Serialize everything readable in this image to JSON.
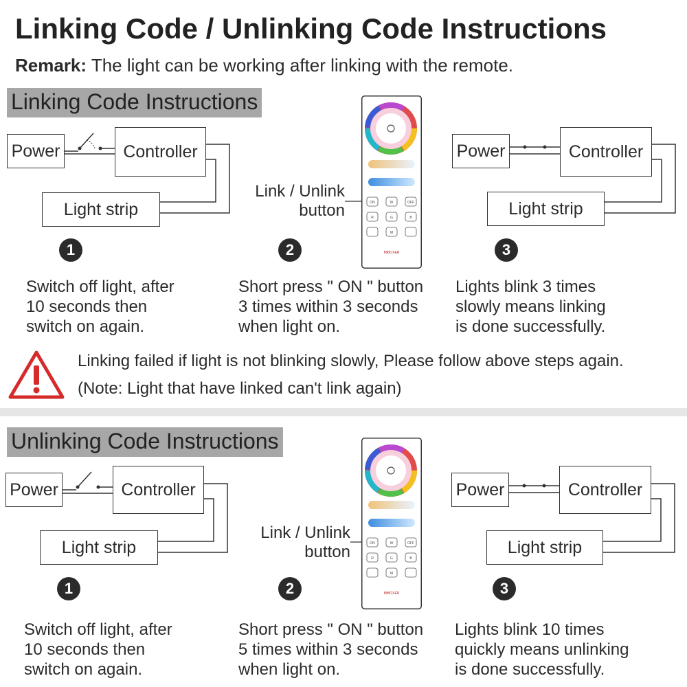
{
  "title": "Linking Code / Unlinking Code Instructions",
  "remark": {
    "label": "Remark:",
    "text": " The light can be working after linking with the remote."
  },
  "labels": {
    "power": "Power",
    "controller": "Controller",
    "light_strip": "Light strip",
    "link_button": "Link / Unlink\nbutton"
  },
  "remote": {
    "brand": "MiBOXER",
    "buttons": [
      "ON",
      "W",
      "OFF",
      "R",
      "G",
      "B",
      "",
      "M",
      ""
    ]
  },
  "linking": {
    "heading": "Linking Code Instructions",
    "steps": [
      {
        "num": "1",
        "text": "Switch off light, after\n10 seconds then\nswitch on again."
      },
      {
        "num": "2",
        "text": "Short press \" ON \" button\n3 times within 3 seconds\nwhen light on."
      },
      {
        "num": "3",
        "text": "Lights blink 3 times\nslowly means linking\nis done successfully."
      }
    ]
  },
  "warning": {
    "line1": "Linking failed if light is not blinking slowly, Please follow above steps again.",
    "line2": "(Note: Light that have linked can't link again)"
  },
  "unlinking": {
    "heading": "Unlinking Code Instructions",
    "steps": [
      {
        "num": "1",
        "text": "Switch off light, after\n10 seconds then\nswitch on again."
      },
      {
        "num": "2",
        "text": "Short press \" ON \" button\n5 times within 3 seconds\nwhen light on."
      },
      {
        "num": "3",
        "text": "Lights blink 10 times\nquickly means unlinking\nis done successfully."
      }
    ]
  },
  "colors": {
    "header_bg": "#a7a7a7",
    "warning_red": "#d62b2b",
    "step_circle": "#2b2b2b"
  }
}
